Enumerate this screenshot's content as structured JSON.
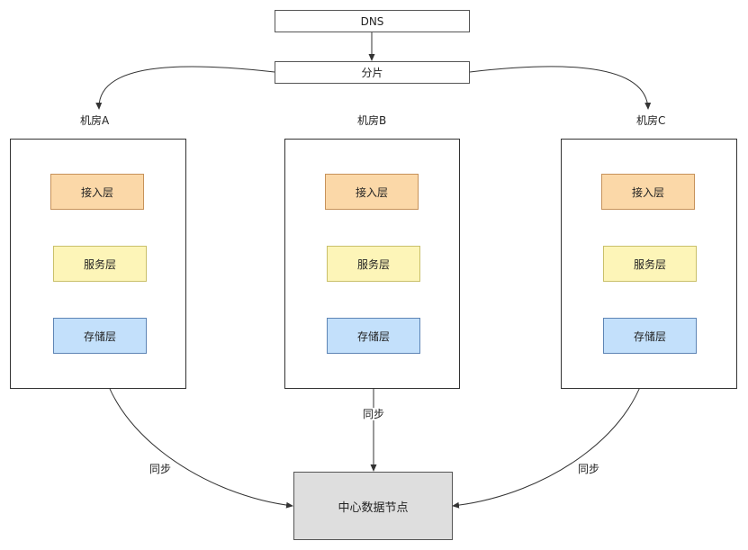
{
  "nodes": {
    "dns": "DNS",
    "shard": "分片",
    "center": "中心数据节点"
  },
  "rooms": [
    {
      "label": "机房A",
      "access": "接入层",
      "service": "服务层",
      "storage": "存储层"
    },
    {
      "label": "机房B",
      "access": "接入层",
      "service": "服务层",
      "storage": "存储层"
    },
    {
      "label": "机房C",
      "access": "接入层",
      "service": "服务层",
      "storage": "存储层"
    }
  ],
  "edges": {
    "sync_left": "同步",
    "sync_middle": "同步",
    "sync_right": "同步"
  },
  "colors": {
    "access_fill": "#fbd8a8",
    "service_fill": "#fdf5b8",
    "storage_fill": "#c3e0fb",
    "center_fill": "#dedede",
    "line": "#333333"
  }
}
